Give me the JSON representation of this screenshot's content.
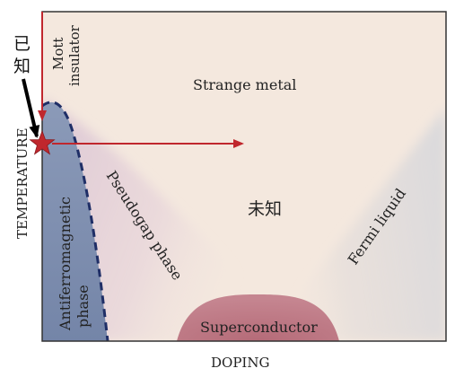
{
  "axes": {
    "x_label": "DOPING",
    "y_label": "TEMPERATURE"
  },
  "regions": {
    "mott": [
      "Mott",
      "insulator"
    ],
    "strange_metal": "Strange metal",
    "antiferromagnetic": [
      "Antiferromagnetic",
      "phase"
    ],
    "pseudogap": "Pseudogap phase",
    "unknown": "未知",
    "fermi_liquid": "Fermi liquid",
    "superconductor": "Superconductor"
  },
  "annotations": {
    "known": [
      "已",
      "知"
    ]
  },
  "colors": {
    "strange_metal": "#f4e8de",
    "antiferromagnetic": "#7d8fae",
    "pseudogap": "#dfcad6",
    "fermi_liquid": "#dcdcdc",
    "superconductor": "#b9727e",
    "arrow": "#c0272d",
    "star": "#c0272d",
    "dashed_boundary": "#1f2e66"
  }
}
